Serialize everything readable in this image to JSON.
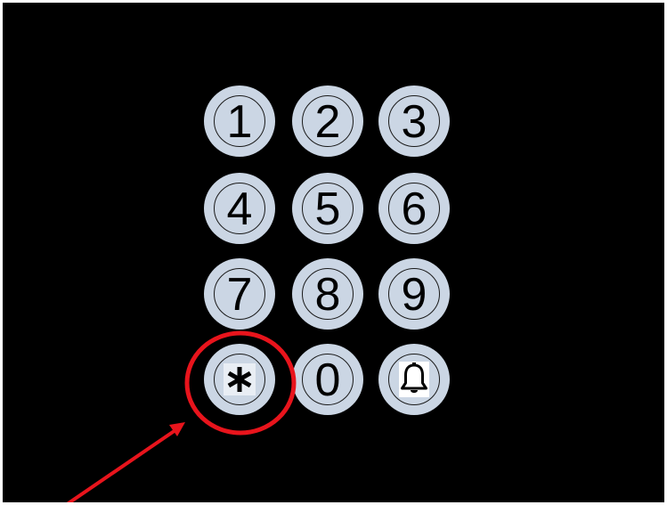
{
  "keypad": {
    "keys": [
      {
        "id": "1",
        "label": "1",
        "kind": "digit"
      },
      {
        "id": "2",
        "label": "2",
        "kind": "digit"
      },
      {
        "id": "3",
        "label": "3",
        "kind": "digit"
      },
      {
        "id": "4",
        "label": "4",
        "kind": "digit"
      },
      {
        "id": "5",
        "label": "5",
        "kind": "digit"
      },
      {
        "id": "6",
        "label": "6",
        "kind": "digit"
      },
      {
        "id": "7",
        "label": "7",
        "kind": "digit"
      },
      {
        "id": "8",
        "label": "8",
        "kind": "digit"
      },
      {
        "id": "9",
        "label": "9",
        "kind": "digit"
      },
      {
        "id": "star",
        "icon": "asterisk-icon",
        "kind": "icon"
      },
      {
        "id": "0",
        "label": "0",
        "kind": "digit"
      },
      {
        "id": "bell",
        "icon": "bell-icon",
        "kind": "icon"
      }
    ]
  },
  "annotation": {
    "highlighted_key": "star",
    "circle_color": "#e8141c",
    "arrow_color": "#e8141c"
  },
  "colors": {
    "background": "#000000",
    "key_fill": "#cbd6e4",
    "key_ring": "#1a1a1a"
  }
}
